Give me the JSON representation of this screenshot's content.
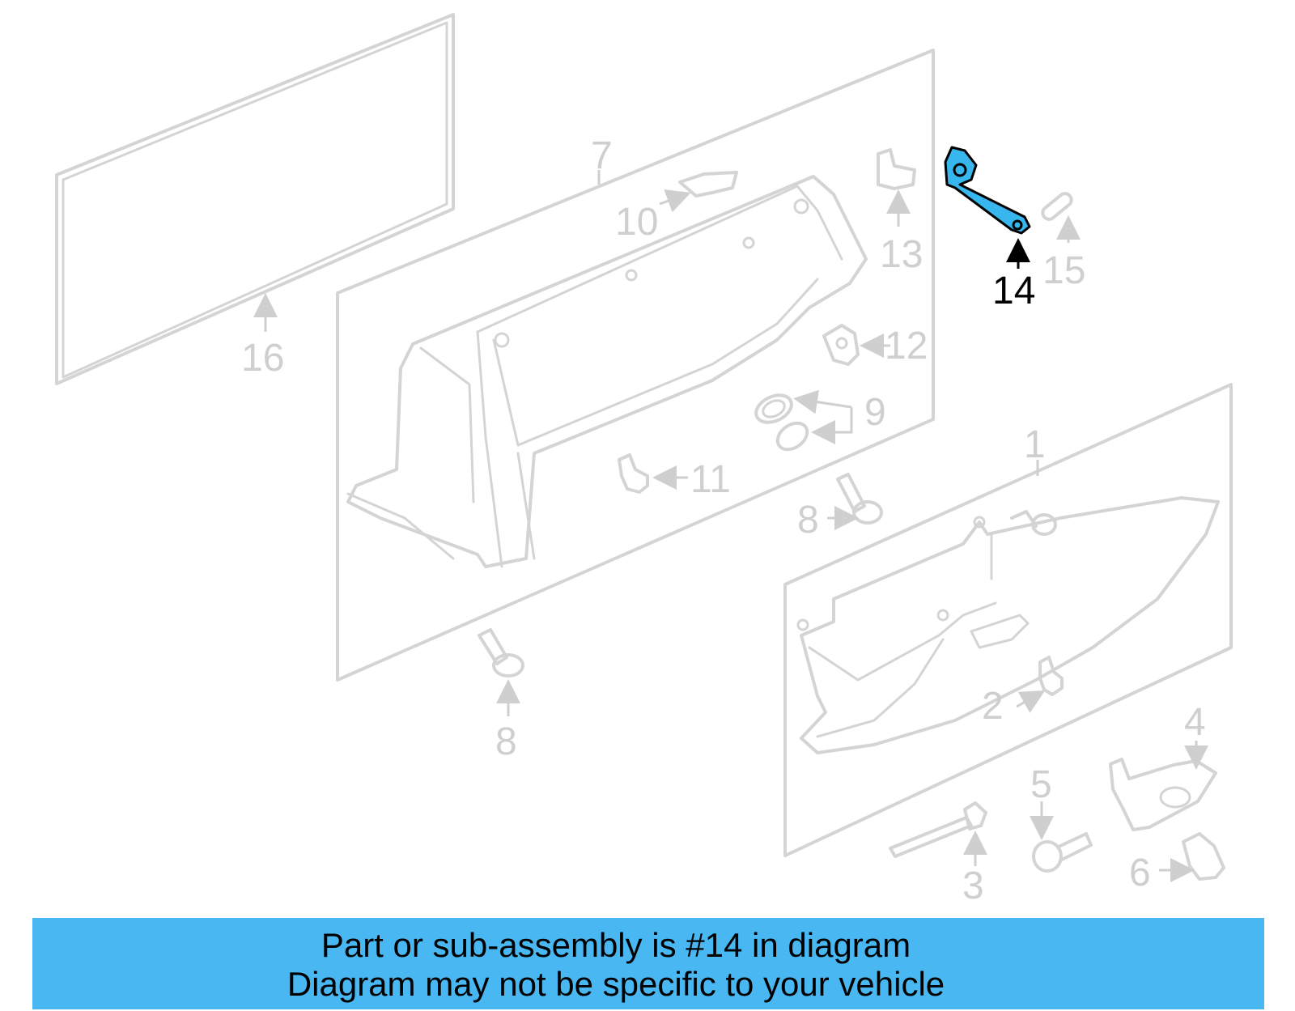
{
  "diagram": {
    "highlighted_part": "14",
    "highlight_color": "#38b6ee",
    "ghost_color": "#d4d4d4",
    "callouts": {
      "c1": "1",
      "c2": "2",
      "c3": "3",
      "c4": "4",
      "c5": "5",
      "c6": "6",
      "c7": "7",
      "c8a": "8",
      "c8b": "8",
      "c9": "9",
      "c10": "10",
      "c11": "11",
      "c12": "12",
      "c13": "13",
      "c14": "14",
      "c15": "15",
      "c16": "16"
    }
  },
  "banner": {
    "line1": "Part or sub-assembly is #14 in diagram",
    "line2": "Diagram may not be specific to your vehicle",
    "background": "#49b8f2"
  }
}
